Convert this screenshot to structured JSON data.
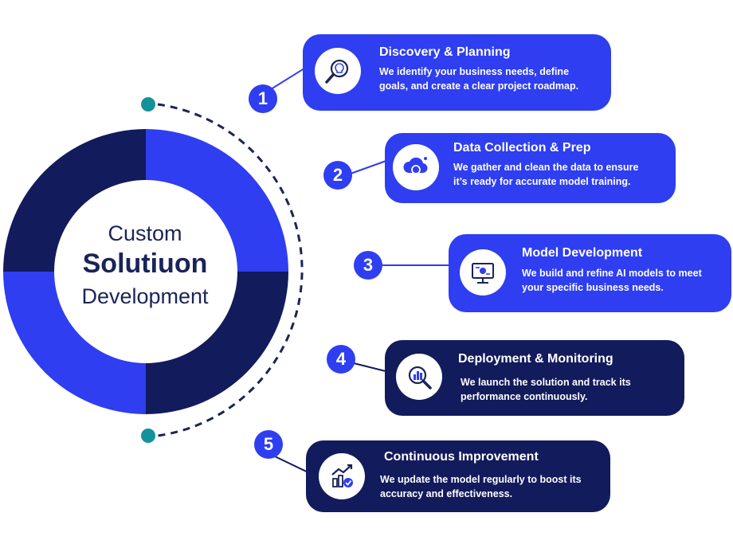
{
  "center": {
    "line1": "Custom",
    "line2": "Solutiuon",
    "line3": "Development"
  },
  "steps": [
    {
      "number": "1",
      "title": "Discovery & Planning",
      "description": "We identify your business needs, define goals, and create a clear project roadmap.",
      "icon": "lightbulb-search-icon"
    },
    {
      "number": "2",
      "title": "Data Collection & Prep",
      "description": "We gather and clean the data to ensure it’s ready for accurate model training.",
      "icon": "cloud-sync-icon"
    },
    {
      "number": "3",
      "title": "Model Development",
      "description": "We build and refine AI models to meet your specific business needs.",
      "icon": "monitor-settings-icon"
    },
    {
      "number": "4",
      "title": "Deployment & Monitoring",
      "description": "We launch the solution and track its performance continuously.",
      "icon": "analytics-magnifier-icon"
    },
    {
      "number": "5",
      "title": "Continuous Improvement",
      "description": "We update the model regularly to boost its accuracy and effectiveness.",
      "icon": "growth-chart-icon"
    }
  ],
  "colors": {
    "blue": "#2e3ef0",
    "navy": "#121b5c",
    "dots": "#1b2457",
    "teal": "#14929c"
  }
}
